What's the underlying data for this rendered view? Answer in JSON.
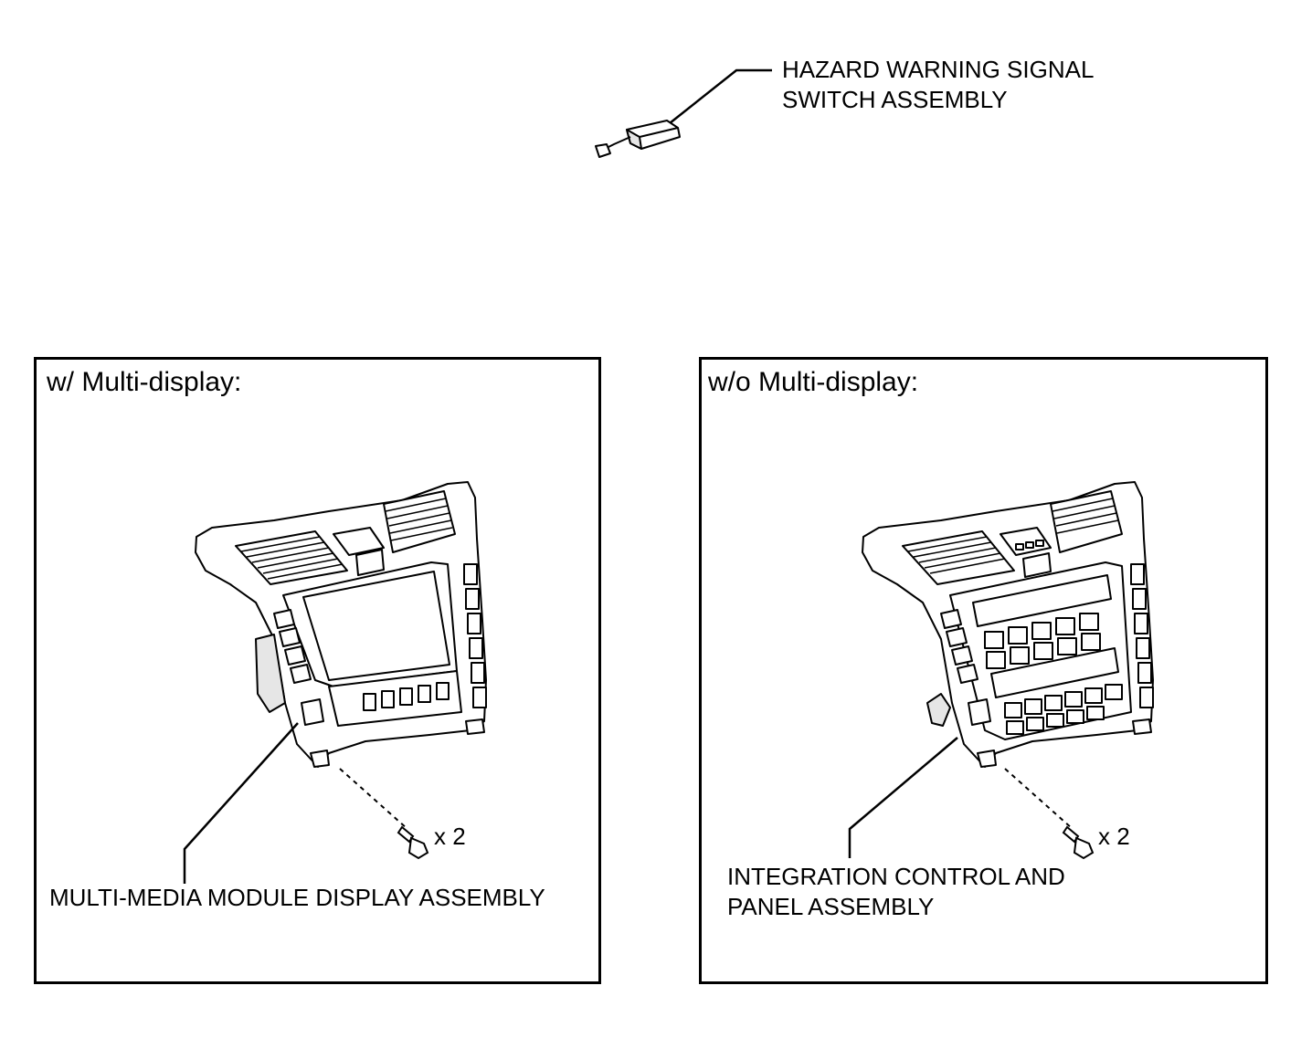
{
  "hazard_switch": {
    "line1": "HAZARD WARNING SIGNAL",
    "line2": "SWITCH ASSEMBLY"
  },
  "left_panel": {
    "title": "w/ Multi-display:",
    "bolt_qty": "x 2",
    "part_label": "MULTI-MEDIA MODULE DISPLAY ASSEMBLY"
  },
  "right_panel": {
    "title": "w/o Multi-display:",
    "bolt_qty": "x 2",
    "part_line1": "INTEGRATION CONTROL AND",
    "part_line2": "PANEL ASSEMBLY"
  },
  "colors": {
    "ink": "#000000",
    "paper": "#ffffff",
    "shade": "#e6e6e6"
  }
}
